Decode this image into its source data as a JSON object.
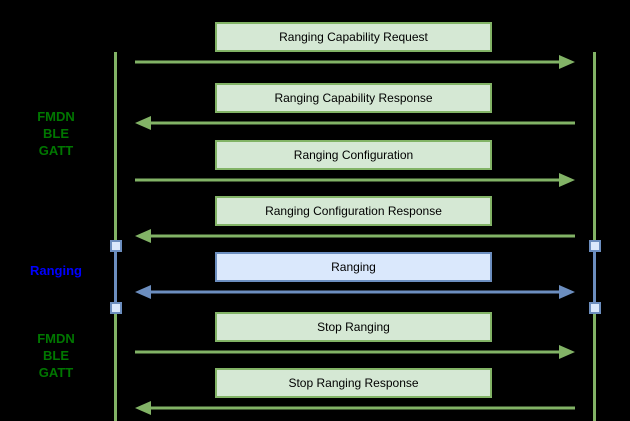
{
  "diagram_type": "sequence-diagram",
  "phase_labels": [
    {
      "text": "FMDN\nBLE\nGATT",
      "color_name": "green"
    },
    {
      "text": "Ranging",
      "color_name": "blue"
    },
    {
      "text": "FMDN\nBLE\nGATT",
      "color_name": "green"
    }
  ],
  "messages": [
    {
      "label": "Ranging Capability Request",
      "direction": "right",
      "theme": "green"
    },
    {
      "label": "Ranging Capability Response",
      "direction": "left",
      "theme": "green"
    },
    {
      "label": "Ranging Configuration",
      "direction": "right",
      "theme": "green"
    },
    {
      "label": "Ranging Configuration Response",
      "direction": "left",
      "theme": "green"
    },
    {
      "label": "Ranging",
      "direction": "both",
      "theme": "blue"
    },
    {
      "label": "Stop Ranging",
      "direction": "right",
      "theme": "green"
    },
    {
      "label": "Stop Ranging Response",
      "direction": "left",
      "theme": "green"
    }
  ],
  "colors": {
    "background": "#000000",
    "green_fill": "#d5e8d4",
    "green_stroke": "#82b366",
    "blue_fill": "#dae8fc",
    "blue_stroke": "#6c8ebf",
    "label_green": "#007700",
    "label_blue": "#0000ff",
    "message_text": "#000000"
  }
}
